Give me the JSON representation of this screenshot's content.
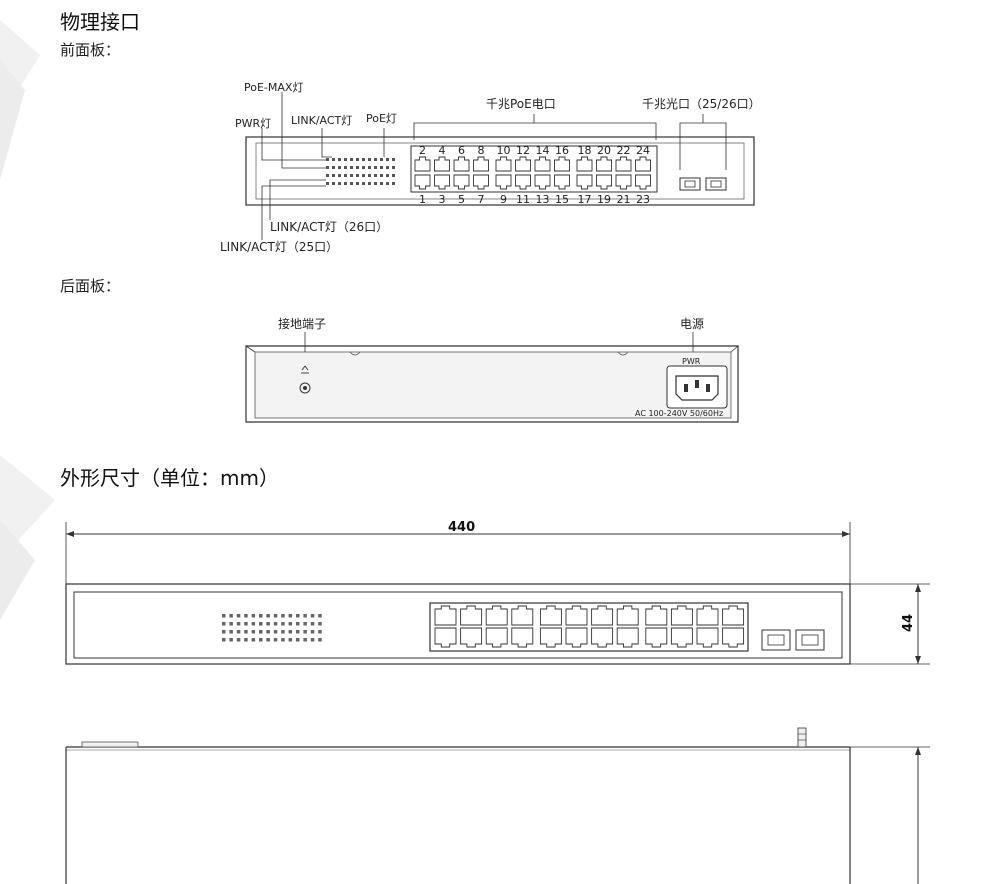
{
  "section_physical": {
    "title": "物理接口",
    "front_label": "前面板：",
    "back_label": "后面板："
  },
  "front_panel": {
    "poe_max_led": "PoE-MAX灯",
    "pwr_led": "PWR灯",
    "link_act_led": "LINK/ACT灯",
    "poe_led": "PoE灯",
    "gig_poe_ports": "千兆PoE电口",
    "gig_fiber_ports": "千兆光口（25/26口）",
    "link_act_26": "LINK/ACT灯（26口）",
    "link_act_25": "LINK/ACT灯（25口）",
    "top_port_numbers": [
      "2",
      "4",
      "6",
      "8",
      "10",
      "12",
      "14",
      "16",
      "18",
      "20",
      "22",
      "24"
    ],
    "bottom_port_numbers": [
      "1",
      "3",
      "5",
      "7",
      "9",
      "11",
      "13",
      "15",
      "17",
      "19",
      "21",
      "23"
    ]
  },
  "back_panel": {
    "ground_terminal": "接地端子",
    "power": "电源",
    "pwr_mark": "PWR",
    "power_spec": "AC 100-240V 50/60Hz"
  },
  "section_dimensions": {
    "title": "外形尺寸（单位：mm）",
    "width_value": "440",
    "height_value": "44"
  }
}
